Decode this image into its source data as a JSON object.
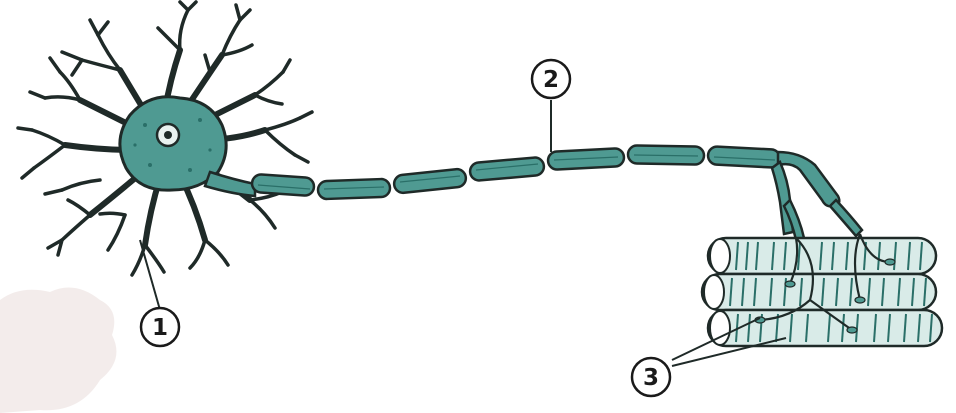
{
  "labels": [
    {
      "id": "1",
      "text": "1"
    },
    {
      "id": "2",
      "text": "2"
    },
    {
      "id": "3",
      "text": "3"
    }
  ],
  "colors": {
    "cell": "#4f9a92",
    "cell_dark": "#2a6f68",
    "outline": "#1f2a28",
    "background": "#ffffff",
    "watermark": "#e7d9d7"
  }
}
